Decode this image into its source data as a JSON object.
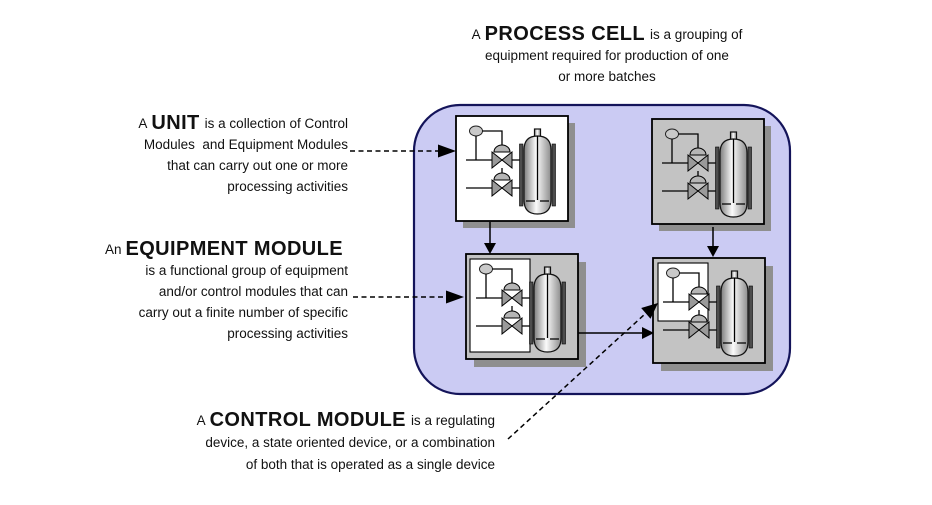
{
  "title": "ISA-88 batch control hierarchy diagram",
  "colors": {
    "cell_fill": "#cbcbf3",
    "cell_border": "#14145a",
    "box_gray": "#c3c3c3",
    "box_white": "#ffffff",
    "box_shadow": "#8f8f8f",
    "line": "#000000"
  },
  "annotations": {
    "process_cell": {
      "prefix": "A",
      "term": "PROCESS CELL",
      "suffix": "is a grouping of",
      "line2": "equipment required for production of one",
      "line3": "or more batches"
    },
    "unit": {
      "prefix": "A",
      "term": "UNIT",
      "suffix": "is a collection of Control",
      "line2": "Modules  and Equipment Modules",
      "line3": "that can carry out one or more",
      "line4": "processing activities"
    },
    "equipment_module": {
      "prefix": "An",
      "term": "EQUIPMENT MODULE",
      "suffix": "",
      "line2": "is a functional group of equipment",
      "line3": "and/or control modules that can",
      "line4": "carry out a finite number of specific",
      "line5": "processing activities"
    },
    "control_module": {
      "prefix": "A",
      "term": "CONTROL MODULE",
      "suffix": "is a regulating",
      "line2": "device, a state oriented device, or a combination",
      "line3": "of both that is operated as a single device"
    }
  },
  "icons": {
    "sensor": "sensor-bubble-icon",
    "valve": "control-valve-with-actuator-icon",
    "tank": "agitated-tank-icon",
    "pointer": "solid-black-arrowhead",
    "dashed_pointer": "dashed-leader-arrow"
  }
}
